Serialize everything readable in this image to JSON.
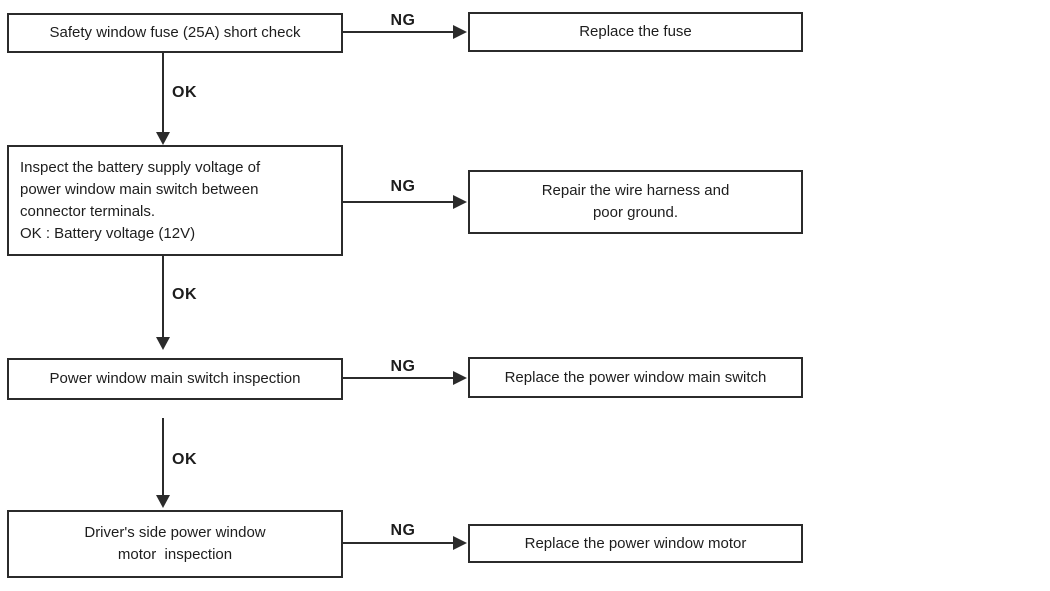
{
  "diagram": {
    "type": "troubleshooting-flowchart",
    "steps": [
      {
        "check": "Safety window fuse (25A) short check",
        "fail_label": "NG",
        "pass_label": "OK",
        "remedy": "Replace the fuse"
      },
      {
        "check": "Inspect the battery supply voltage of\npower window main switch between\nconnector terminals.\nOK : Battery voltage (12V)",
        "fail_label": "NG",
        "pass_label": "OK",
        "remedy": "Repair the wire harness and\npoor ground."
      },
      {
        "check": "Power window main switch inspection",
        "fail_label": "NG",
        "pass_label": "OK",
        "remedy": "Replace the power window main switch"
      },
      {
        "check": "Driver's side power window\nmotor  inspection",
        "fail_label": "NG",
        "remedy": "Replace the power window motor"
      }
    ],
    "colors": {
      "line": "#2b2b2b",
      "text": "#1d1d1d",
      "background": "#ffffff"
    }
  }
}
